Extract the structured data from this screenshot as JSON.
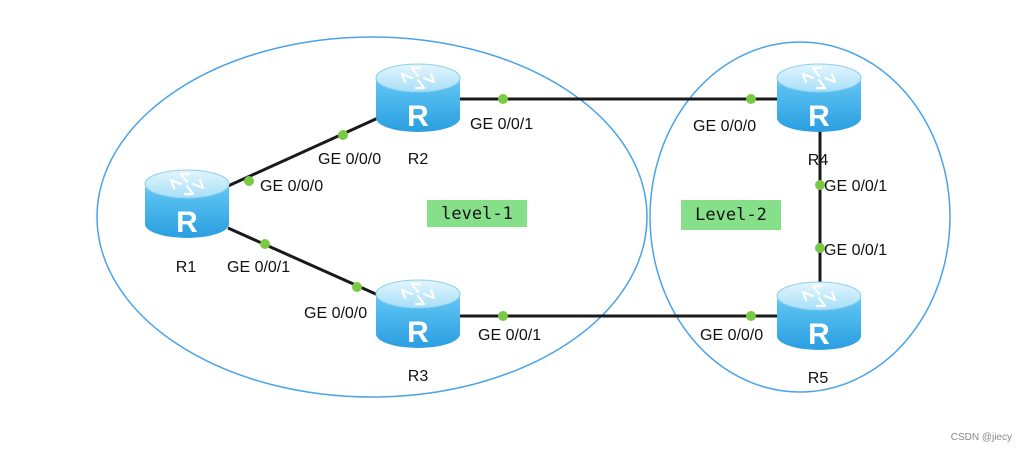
{
  "routers": [
    {
      "id": "r1",
      "label": "R1"
    },
    {
      "id": "r2",
      "label": "R2"
    },
    {
      "id": "r3",
      "label": "R3"
    },
    {
      "id": "r4",
      "label": "R4"
    },
    {
      "id": "r5",
      "label": "R5"
    }
  ],
  "router_icon_letter": "R",
  "links": [
    {
      "id": "r1-r2",
      "a_port": "GE 0/0/0",
      "b_port": "GE 0/0/0"
    },
    {
      "id": "r1-r3",
      "a_port": "GE 0/0/1",
      "b_port": "GE 0/0/0"
    },
    {
      "id": "r2-r4",
      "a_port": "GE 0/0/1",
      "b_port": "GE 0/0/0"
    },
    {
      "id": "r3-r5",
      "a_port": "GE 0/0/1",
      "b_port": "GE 0/0/0"
    },
    {
      "id": "r4-r5",
      "a_port": "GE 0/0/1",
      "b_port": "GE 0/0/1"
    }
  ],
  "areas": [
    {
      "id": "level-1",
      "label": "level-1"
    },
    {
      "id": "level-2",
      "label": "Level-2"
    }
  ],
  "colors": {
    "area_border": "#4aa3e8",
    "area_tag_bg": "#86e08a",
    "link": "#1a1a1a",
    "port_dot": "#7ac943",
    "router_top": "#bfe9fb",
    "router_body": "#42b4ee"
  },
  "watermark": "CSDN @jiecy"
}
